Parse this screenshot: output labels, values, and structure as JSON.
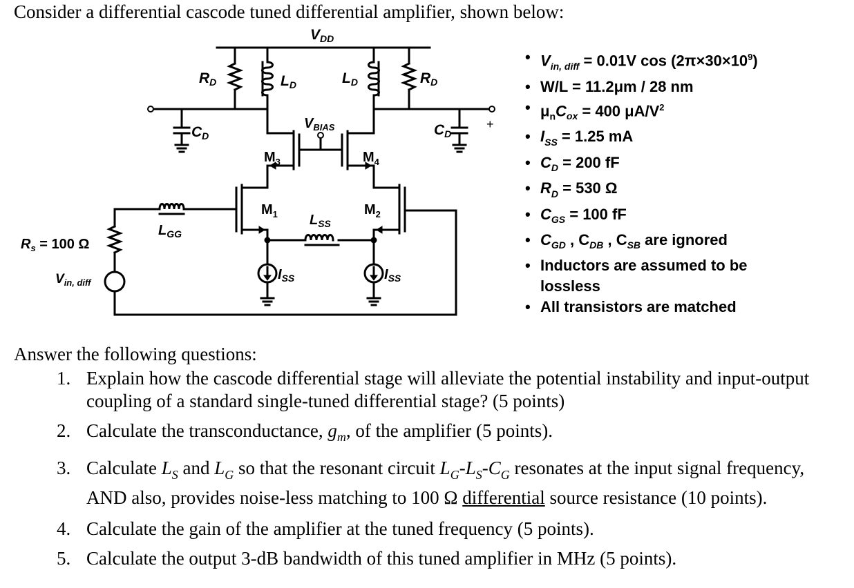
{
  "intro": "Consider a differential cascode tuned differential amplifier, shown below:",
  "circuit_labels": {
    "vdd": "V",
    "vdd_sub": "DD",
    "rd": "R",
    "rd_sub": "D",
    "ld": "L",
    "ld_sub": "D",
    "cd": "C",
    "cd_sub": "D",
    "vbias": "V",
    "vbias_sub": "BIAS",
    "m3": "M",
    "m3_sub": "3",
    "m4": "M",
    "m4_sub": "4",
    "m1": "M",
    "m1_sub": "1",
    "m2": "M",
    "m2_sub": "2",
    "lss": "L",
    "lss_sub": "SS",
    "lgg": "L",
    "lgg_sub": "GG",
    "iss": "I",
    "iss_sub": "SS",
    "rs": "R",
    "rs_sub": "s",
    "rs_value": " = 100 Ω",
    "vin": "V",
    "vin_sub": "in, diff",
    "plus": "+"
  },
  "params": {
    "p1_pre": "V",
    "p1_sub": "in, diff",
    "p1_text": " = 0.01V cos (2π×30×10",
    "p1_sup": "9",
    "p1_end": ")",
    "p2_text": "W/L = 11.2μm / 28 nm",
    "p3_pre": "μ",
    "p3_sub": "n",
    "p3_mid": "C",
    "p3_sub2": "ox",
    "p3_text": " = 400 μA/V",
    "p3_sup": "2",
    "p4_pre": "I",
    "p4_sub": "SS",
    "p4_text": " = 1.25 mA",
    "p5_pre": "C",
    "p5_sub": "D",
    "p5_text": " = 200 fF",
    "p6_pre": "R",
    "p6_sub": "D",
    "p6_text": " = 530 Ω",
    "p7_pre": "C",
    "p7_sub": "GS",
    "p7_text": " = 100 fF",
    "p8_a": "C",
    "p8_a_sub": "GD",
    "p8_b": " , C",
    "p8_b_sub": "DB",
    "p8_c": " , C",
    "p8_c_sub": "SB",
    "p8_text": " are ignored",
    "p9_text": "Inductors are assumed to be lossless",
    "p10_text": "All transistors are matched"
  },
  "answer_intro": "Answer the following questions:",
  "questions": {
    "q1_num": "1.",
    "q1_text": "Explain how the cascode differential stage will alleviate the potential instability and input-output coupling of a standard single-tuned differential stage? (5 points)",
    "q2_num": "2.",
    "q2_a": "Calculate the transconductance, ",
    "q2_g": "g",
    "q2_m": "m",
    "q2_b": ", of the amplifier (5 points).",
    "q3_num": "3.",
    "q3_a": "Calculate ",
    "q3_ls": "L",
    "q3_ls_sub": "S",
    "q3_and": " and ",
    "q3_lg": "L",
    "q3_lg_sub": "G",
    "q3_b": " so that the resonant circuit ",
    "q3_c1": "L",
    "q3_c1_sub": "G",
    "q3_dash1": "-",
    "q3_c2": "L",
    "q3_c2_sub": "S",
    "q3_dash2": "-",
    "q3_c3": "C",
    "q3_c3_sub": "G",
    "q3_c": " resonates at the input signal frequency, AND also, provides noise-less matching to 100 Ω ",
    "q3_diff": "differential",
    "q3_d": " source resistance (10 points).",
    "q4_num": "4.",
    "q4_text": "Calculate the gain of the amplifier at the tuned frequency (5 points).",
    "q5_num": "5.",
    "q5_text": "Calculate the output 3-dB bandwidth of this tuned amplifier in MHz (5 points)."
  }
}
